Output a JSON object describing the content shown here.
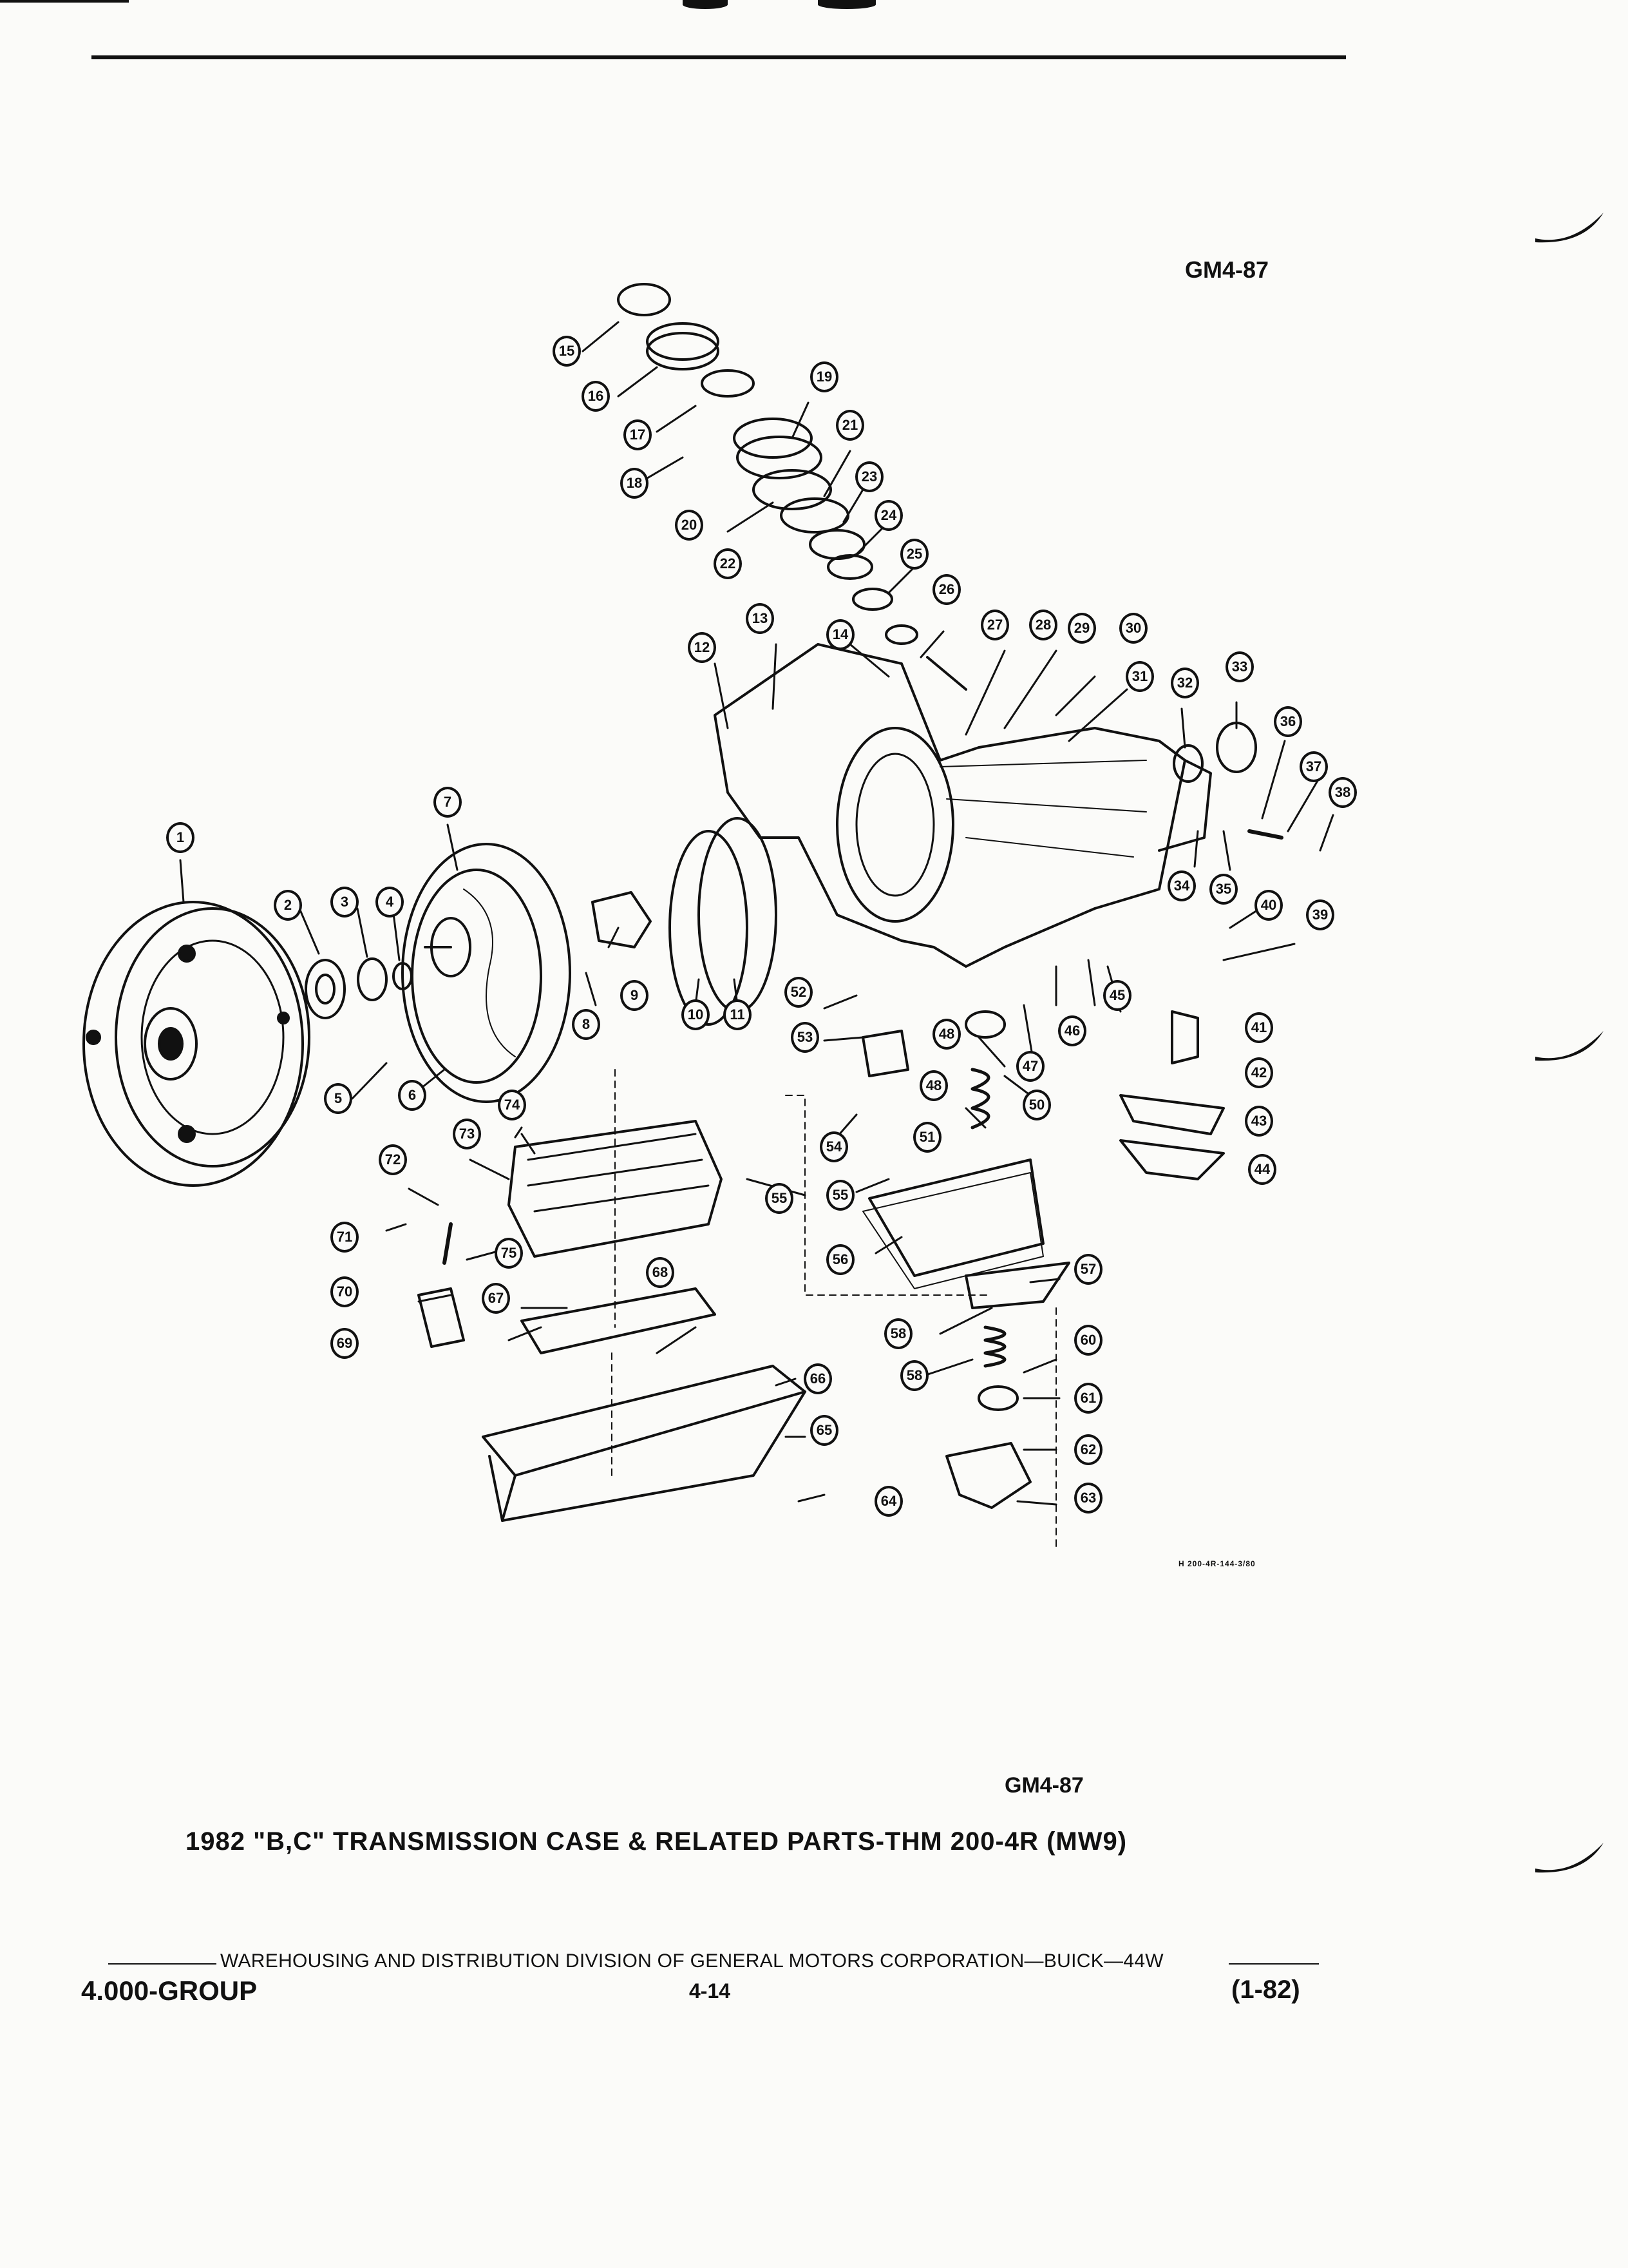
{
  "header": {
    "figure_code": "GM4-87"
  },
  "diagram": {
    "callouts": [
      {
        "id": "c1",
        "label": "1"
      },
      {
        "id": "c2",
        "label": "2"
      },
      {
        "id": "c3",
        "label": "3"
      },
      {
        "id": "c4",
        "label": "4"
      },
      {
        "id": "c5",
        "label": "5"
      },
      {
        "id": "c6",
        "label": "6"
      },
      {
        "id": "c7",
        "label": "7"
      },
      {
        "id": "c8",
        "label": "8"
      },
      {
        "id": "c9",
        "label": "9"
      },
      {
        "id": "c10",
        "label": "10"
      },
      {
        "id": "c11",
        "label": "11"
      },
      {
        "id": "c12",
        "label": "12"
      },
      {
        "id": "c13",
        "label": "13"
      },
      {
        "id": "c14",
        "label": "14"
      },
      {
        "id": "c15",
        "label": "15"
      },
      {
        "id": "c16",
        "label": "16"
      },
      {
        "id": "c17",
        "label": "17"
      },
      {
        "id": "c18",
        "label": "18"
      },
      {
        "id": "c19",
        "label": "19"
      },
      {
        "id": "c20",
        "label": "20"
      },
      {
        "id": "c21",
        "label": "21"
      },
      {
        "id": "c22",
        "label": "22"
      },
      {
        "id": "c23",
        "label": "23"
      },
      {
        "id": "c24",
        "label": "24"
      },
      {
        "id": "c25",
        "label": "25"
      },
      {
        "id": "c26",
        "label": "26"
      },
      {
        "id": "c27",
        "label": "27"
      },
      {
        "id": "c28",
        "label": "28"
      },
      {
        "id": "c29",
        "label": "29"
      },
      {
        "id": "c30",
        "label": "30"
      },
      {
        "id": "c31",
        "label": "31"
      },
      {
        "id": "c32",
        "label": "32"
      },
      {
        "id": "c33",
        "label": "33"
      },
      {
        "id": "c34",
        "label": "34"
      },
      {
        "id": "c35",
        "label": "35"
      },
      {
        "id": "c36",
        "label": "36"
      },
      {
        "id": "c37",
        "label": "37"
      },
      {
        "id": "c38",
        "label": "38"
      },
      {
        "id": "c39",
        "label": "39"
      },
      {
        "id": "c40",
        "label": "40"
      },
      {
        "id": "c41",
        "label": "41"
      },
      {
        "id": "c42",
        "label": "42"
      },
      {
        "id": "c43",
        "label": "43"
      },
      {
        "id": "c44",
        "label": "44"
      },
      {
        "id": "c45",
        "label": "45"
      },
      {
        "id": "c46",
        "label": "46"
      },
      {
        "id": "c47",
        "label": "47"
      },
      {
        "id": "c48a",
        "label": "48"
      },
      {
        "id": "c48b",
        "label": "48"
      },
      {
        "id": "c50",
        "label": "50"
      },
      {
        "id": "c51",
        "label": "51"
      },
      {
        "id": "c52",
        "label": "52"
      },
      {
        "id": "c53",
        "label": "53"
      },
      {
        "id": "c54",
        "label": "54"
      },
      {
        "id": "c55a",
        "label": "55"
      },
      {
        "id": "c55b",
        "label": "55"
      },
      {
        "id": "c56",
        "label": "56"
      },
      {
        "id": "c57",
        "label": "57"
      },
      {
        "id": "c58a",
        "label": "58"
      },
      {
        "id": "c58b",
        "label": "58"
      },
      {
        "id": "c60",
        "label": "60"
      },
      {
        "id": "c61",
        "label": "61"
      },
      {
        "id": "c62",
        "label": "62"
      },
      {
        "id": "c63",
        "label": "63"
      },
      {
        "id": "c64",
        "label": "64"
      },
      {
        "id": "c65",
        "label": "65"
      },
      {
        "id": "c66",
        "label": "66"
      },
      {
        "id": "c67",
        "label": "67"
      },
      {
        "id": "c68",
        "label": "68"
      },
      {
        "id": "c69",
        "label": "69"
      },
      {
        "id": "c70",
        "label": "70"
      },
      {
        "id": "c71",
        "label": "71"
      },
      {
        "id": "c72",
        "label": "72"
      },
      {
        "id": "c73",
        "label": "73"
      },
      {
        "id": "c74",
        "label": "74"
      },
      {
        "id": "c75",
        "label": "75"
      }
    ],
    "illustration_code": "H 200-4R-144-3/80"
  },
  "figure_code_bottom": "GM4-87",
  "caption": "1982 \"B,C\" TRANSMISSION CASE & RELATED PARTS-THM 200-4R (MW9)",
  "footer": {
    "publisher": "WAREHOUSING AND DISTRIBUTION DIVISION OF GENERAL MOTORS CORPORATION—BUICK—44W",
    "group": "4.000-GROUP",
    "page": "4-14",
    "date": "(1-82)"
  }
}
